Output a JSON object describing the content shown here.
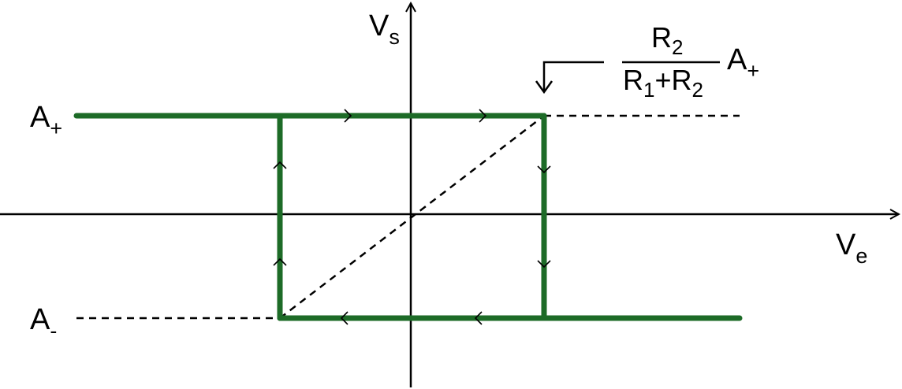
{
  "axes": {
    "y_label": "V",
    "y_label_sub": "s",
    "x_label": "V",
    "x_label_sub": "e"
  },
  "levels": {
    "upper_label": "A",
    "upper_label_sub": "+",
    "lower_label": "A",
    "lower_label_sub": "-"
  },
  "threshold_formula": {
    "numerator": "R",
    "numerator_sub": "2",
    "denominator_r1": "R",
    "denominator_r1_sub": "1",
    "denominator_plus": "+",
    "denominator_r2": "R",
    "denominator_r2_sub": "2",
    "factor": "A",
    "factor_sub": "+"
  },
  "colors": {
    "loop": "#1d6b27",
    "axis": "#000000",
    "dashed": "#000000"
  },
  "icons": {
    "pointer": "corner-arrow-down-icon",
    "direction": "chevron-arrow-icon"
  }
}
